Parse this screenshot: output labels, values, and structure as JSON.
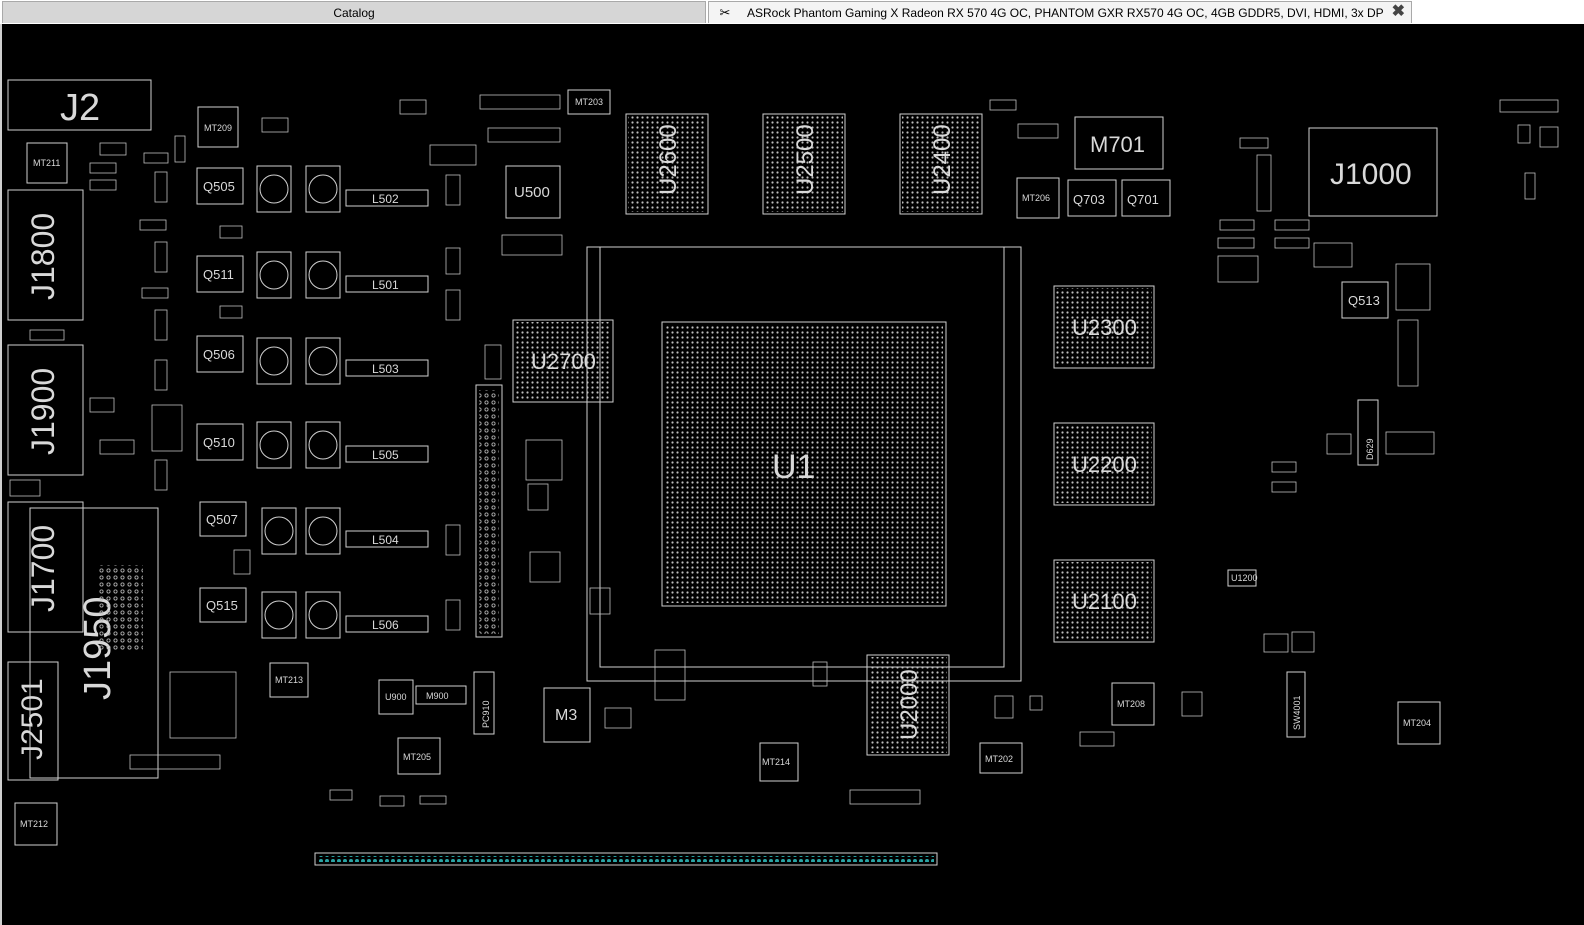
{
  "tabs": {
    "catalog": "Catalog",
    "board": "ASRock Phantom Gaming X Radeon RX 570 4G OC, PHANTOM GXR RX570 4G OC, 4GB GDDR5, DVI, HDMI, 3x DP"
  },
  "icons": {
    "pin": "pin-icon",
    "close": "close-icon"
  },
  "colors": {
    "board_bg": "#000000",
    "outline": "#cfcfcf",
    "pad_teal": "#2aa6a6"
  },
  "labels": {
    "j2": "J2",
    "j1800": "J1800",
    "j1900": "J1900",
    "j1700": "J1700",
    "j1950": "J1950",
    "j2501": "J2501",
    "j1000": "J1000",
    "u2600": "U2600",
    "u2500": "U2500",
    "u2400": "U2400",
    "u2700": "U2700",
    "u2300": "U2300",
    "u2200": "U2200",
    "u2100": "U2100",
    "u2000": "U2000",
    "u500": "U500",
    "u1": "U1",
    "m701": "M701",
    "q505": "Q505",
    "q511": "Q511",
    "q506": "Q506",
    "q510": "Q510",
    "q507": "Q507",
    "q515": "Q515",
    "q513": "Q513",
    "q703": "Q703",
    "q701": "Q701",
    "l502": "L502",
    "l501": "L501",
    "l503": "L503",
    "l505": "L505",
    "l504": "L504",
    "l506": "L506",
    "mt211": "MT211",
    "mt209": "MT209",
    "mt203": "MT203",
    "mt206": "MT206",
    "mt213": "MT213",
    "mt205": "MT205",
    "mt214": "MT214",
    "mt202": "MT202",
    "mt208": "MT208",
    "mt204": "MT204",
    "mt212": "MT212",
    "u900": "U900",
    "m900": "M900",
    "pc910": "PC910",
    "sw4001": "SW4001",
    "d629": "D629",
    "u1200": "U1200",
    "m3": "M3"
  }
}
